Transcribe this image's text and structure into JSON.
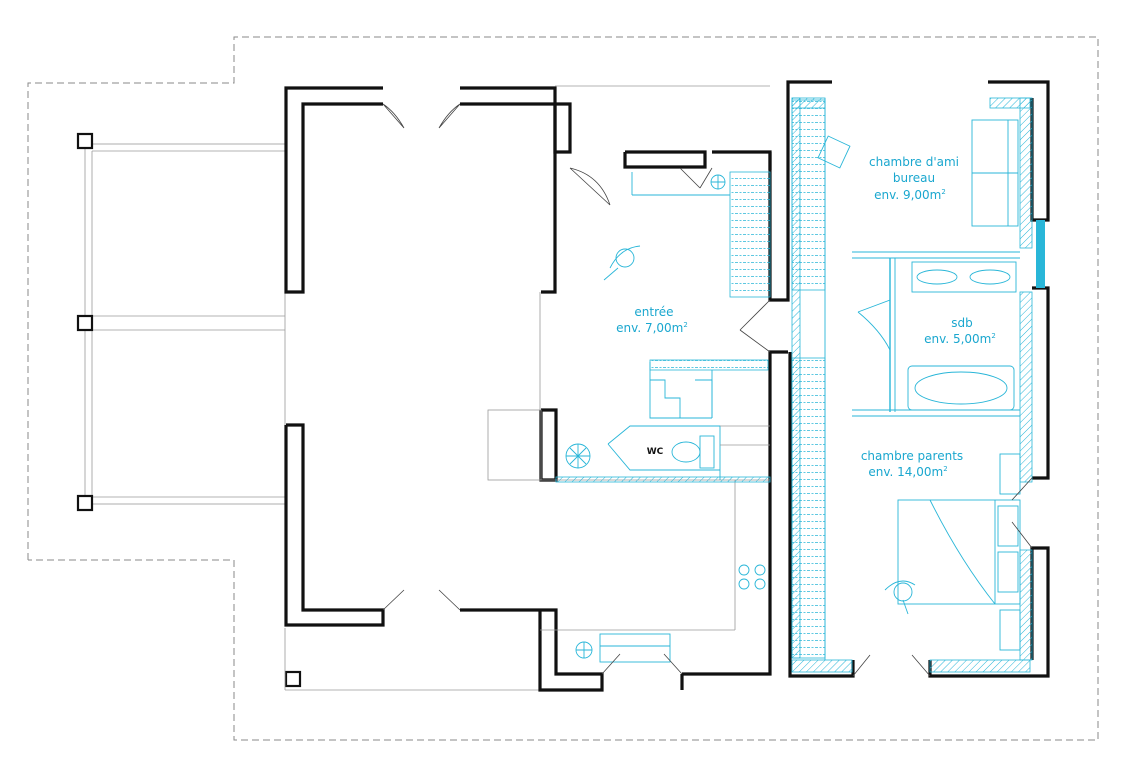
{
  "rooms": {
    "chambre_ami": {
      "line1": "chambre d'ami",
      "line2": "bureau",
      "area": "env. 9,00m",
      "sup": "2"
    },
    "entree": {
      "line1": "entrée",
      "area": "env. 7,00m",
      "sup": "2"
    },
    "sdb": {
      "line1": "sdb",
      "area": "env. 5,00m",
      "sup": "2"
    },
    "chambre_parents": {
      "line1": "chambre parents",
      "area": "env. 14,00m",
      "sup": "2"
    },
    "wc": {
      "line1": "WC"
    }
  },
  "colors": {
    "accent": "#29b6d8",
    "wall": "#111111",
    "dashed": "#8a8a8a"
  }
}
